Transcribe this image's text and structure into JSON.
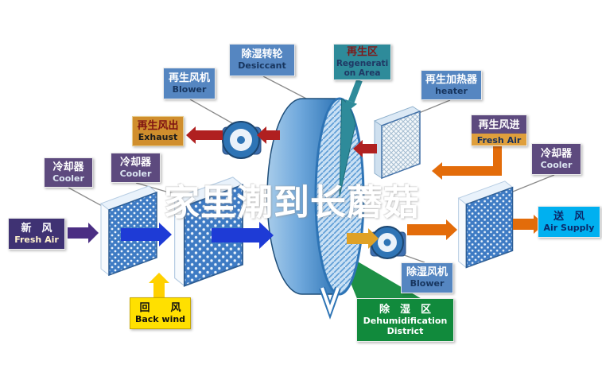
{
  "watermark": "家里潮到长蘑菇",
  "boxes": {
    "regen_blower": {
      "zh": "再生风机",
      "en": "Blower"
    },
    "desiccant": {
      "zh": "除湿转轮",
      "en": "Desiccant"
    },
    "regeneration_area": {
      "zh": "再生区",
      "en1": "Regenerati",
      "en2": "on Area"
    },
    "regen_heater": {
      "zh": "再生加热器",
      "en": "heater"
    },
    "exhaust": {
      "zh": "再生风出",
      "en": "Exhaust"
    },
    "regen_fresh_air": {
      "zh": "再生风进",
      "en": "Fresh Air"
    },
    "cooler_left": {
      "zh": "冷却器",
      "en": "Cooler"
    },
    "cooler_mid": {
      "zh": "冷却器",
      "en": "Cooler"
    },
    "cooler_right": {
      "zh": "冷却器",
      "en": "Cooler"
    },
    "fresh_air": {
      "zh": "新　风",
      "en": "Fresh Air"
    },
    "back_wind": {
      "zh": "回　　风",
      "en": "Back wind"
    },
    "dehumid_blower": {
      "zh": "除湿风机",
      "en": "Blower"
    },
    "dehumid_district": {
      "zh": "除　湿　区",
      "en1": "Dehumidification",
      "en2": "District"
    },
    "air_supply": {
      "zh": "送　风",
      "en": "Air Supply"
    }
  },
  "icons": {
    "wheel": "desiccant-rotary-wheel",
    "exchanger": "finned-coil-block",
    "fan": "centrifugal-fan",
    "heater": "heater-coil-block",
    "ribbon": "belt-ribbon"
  },
  "colors": {
    "wheel_blue": "#2E74B5",
    "wheel_face": "#C9E0F4",
    "teal_sector": "#2E8B9A",
    "blue_arrow": "#1E3BD6",
    "purple_arrow": "#4B2E83",
    "red_arrow": "#B02020",
    "orange_arrow": "#E36C0A",
    "gold_arrow": "#DFA126",
    "yellow_arrow": "#FFD100",
    "green_box": "#118A3C",
    "cyan_box": "#00B0F0",
    "yellow_box": "#FFE000",
    "label_blue": "#5586C1",
    "label_purple": "#5D4A7E"
  }
}
